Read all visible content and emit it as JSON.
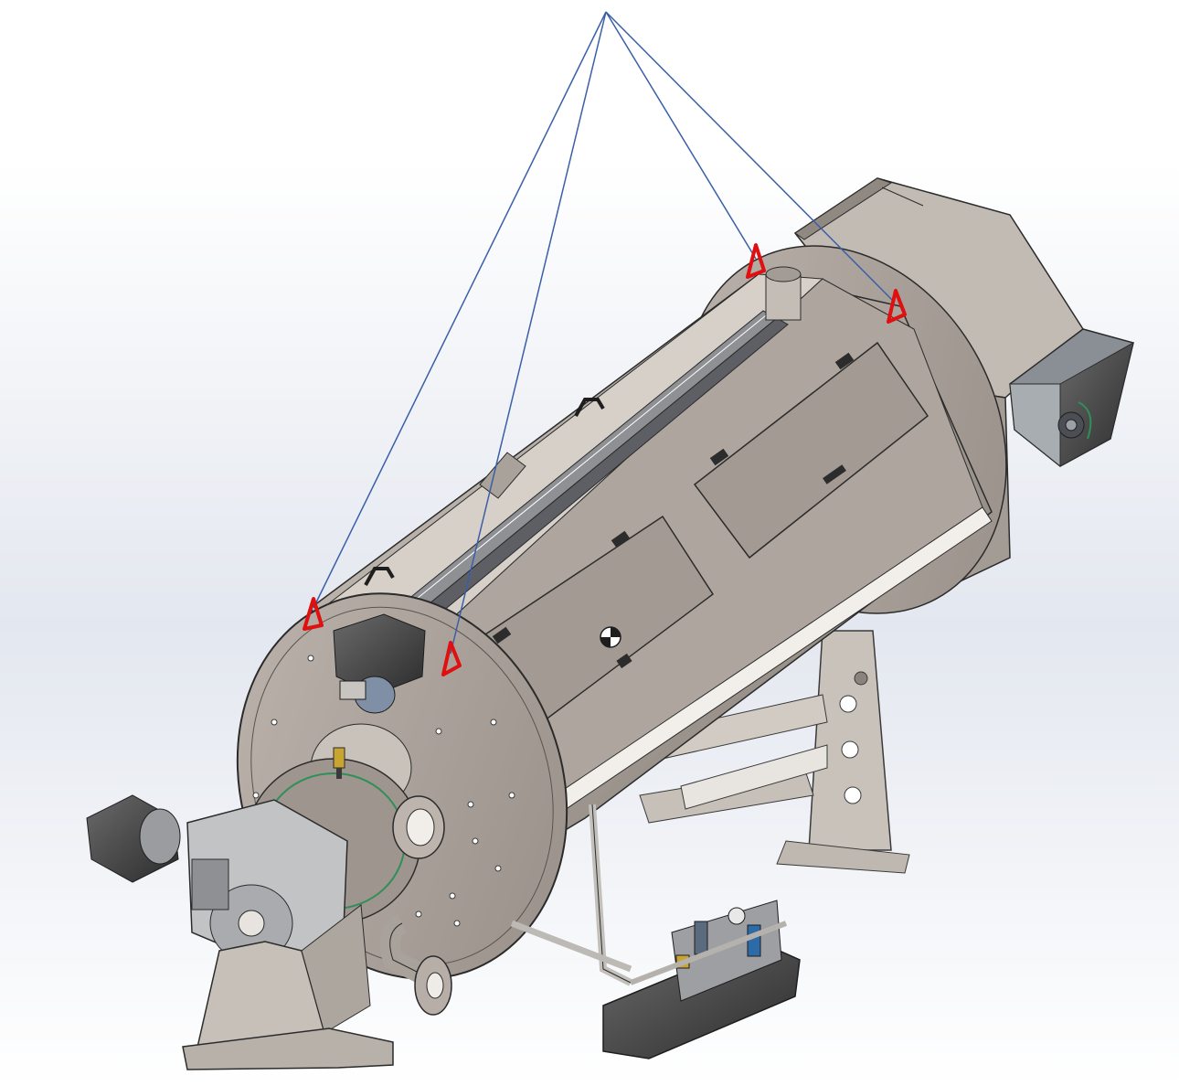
{
  "view": {
    "type": "cad-3d-assembly",
    "subject": "inclined-cylindrical-drum-machine",
    "background_gradient": [
      "#ffffff",
      "#e3e7ef",
      "#d9dee8"
    ],
    "body_color": "#b8b0a8",
    "body_dark": "#6f6a66",
    "frame_color": "#c7c0b8",
    "edge_color": "#2b2b2b"
  },
  "lifting": {
    "line_color": "#3a5fa8",
    "lug_color": "#e01010",
    "lug_count": 4,
    "lines_meet_at_single_hook": true
  },
  "components": [
    "drum",
    "end-flange",
    "top-rail",
    "inspection-door-1",
    "inspection-door-2",
    "motor-gearbox",
    "upper-motor",
    "support-frame",
    "outlet-hood",
    "control-box",
    "valve-panel",
    "flanged-pipes",
    "center-of-mass-marker"
  ],
  "icons": {
    "lifting_lug": "lifting-lug-icon",
    "center_of_mass": "center-of-mass-icon"
  }
}
